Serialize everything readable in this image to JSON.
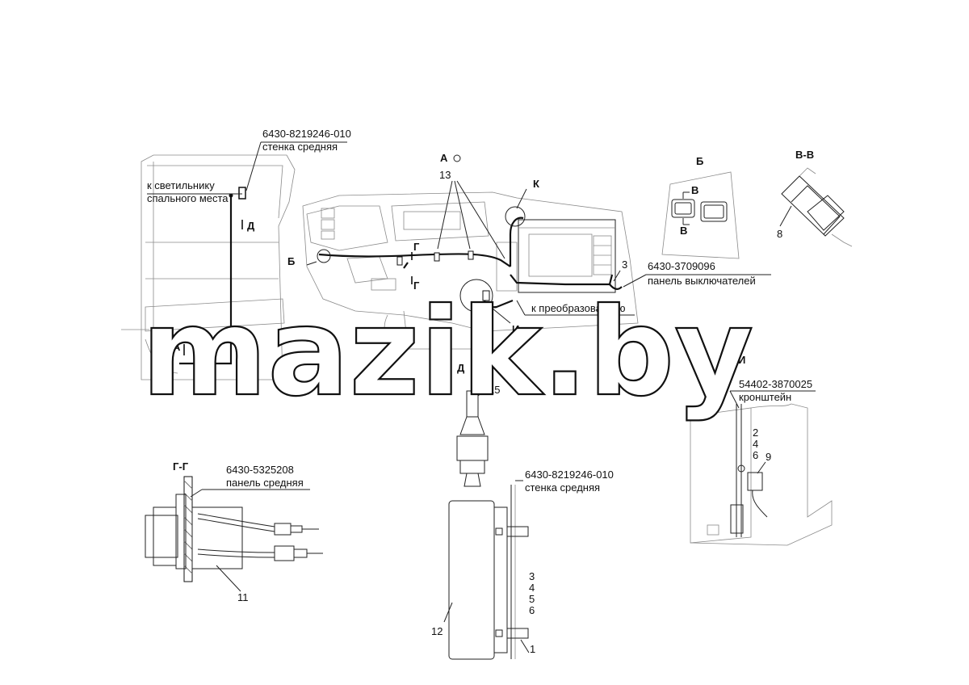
{
  "callouts": {
    "top_left_part": "6430-8219246-010",
    "top_left_name": "стенка средняя",
    "to_lamp_line1": "к светильнику",
    "to_lamp_line2": "спального места",
    "view_a": "А",
    "num_13": "13",
    "view_k": "К",
    "view_b_top": "Б",
    "view_vv": "В-В",
    "b_marker": "Б",
    "g_marker_top": "Г",
    "g_marker_bottom": "Г",
    "d_marker": "Д",
    "a_marker": "А",
    "num_3": "3",
    "switch_panel_part": "6430-3709096",
    "switch_panel_name": "панель выключателей",
    "to_converter": "к преобразователю",
    "i_marker": "И",
    "v_marker_top": "В",
    "v_marker_bottom": "В",
    "num_8": "8",
    "view_d": "Д",
    "num_15": "15",
    "view_i": "И",
    "bracket_part": "54402-3870025",
    "bracket_name": "кронштейн",
    "nums_246": [
      "2",
      "4",
      "6"
    ],
    "num_9": "9",
    "view_gg": "Г-Г",
    "mid_panel_part": "6430-5325208",
    "mid_panel_name": "панель средняя",
    "num_11": "11",
    "wall_part": "6430-8219246-010",
    "wall_name": "стенка средняя",
    "nums_3456": [
      "3",
      "4",
      "5",
      "6"
    ],
    "num_12": "12",
    "num_1": "1"
  },
  "watermark": "mazik.by"
}
